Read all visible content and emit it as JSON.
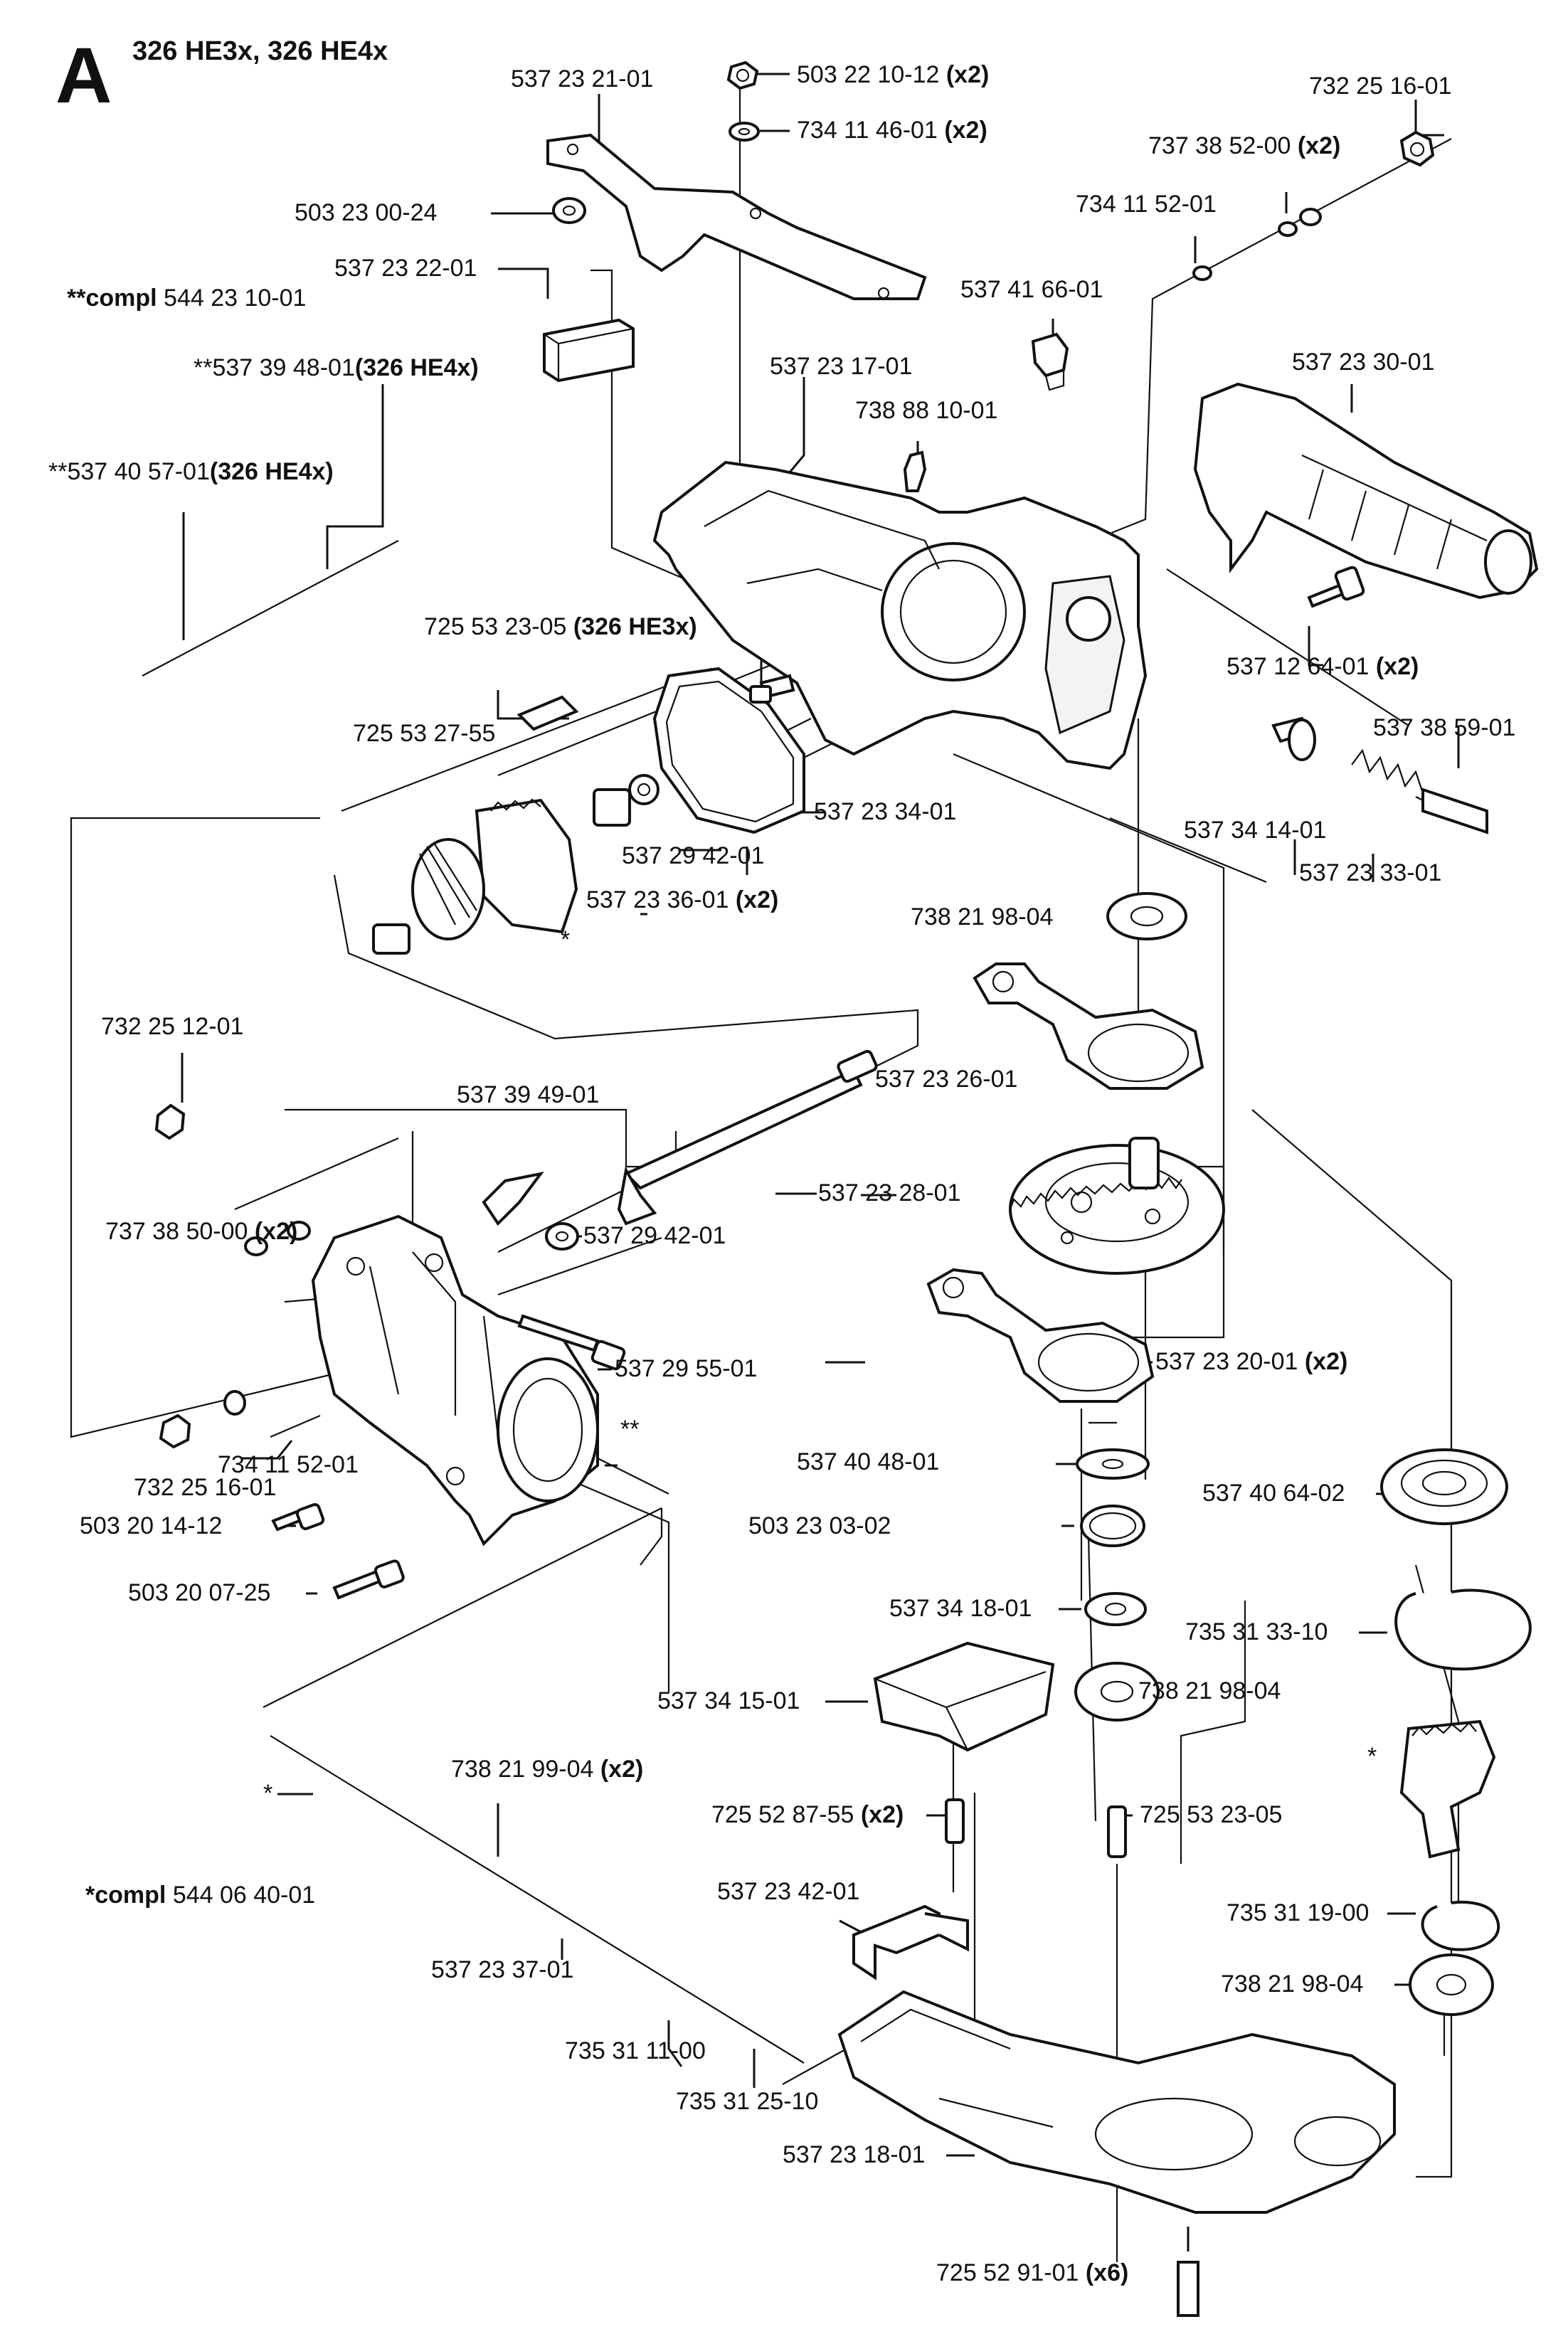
{
  "header": {
    "section_letter": "A",
    "models": "326 HE3x, 326 HE4x"
  },
  "labels": [
    {
      "id": "p-537232101",
      "number": "537 23 21-01",
      "qty": "",
      "suffix": "",
      "prefix": ""
    },
    {
      "id": "p-503221012",
      "number": "503 22 10-12",
      "qty": "(x2)",
      "suffix": "",
      "prefix": ""
    },
    {
      "id": "p-734114601",
      "number": "734 11 46-01",
      "qty": "(x2)",
      "suffix": "",
      "prefix": ""
    },
    {
      "id": "p-732251601a",
      "number": "732 25 16-01",
      "qty": "",
      "suffix": "",
      "prefix": ""
    },
    {
      "id": "p-737385200",
      "number": "737 38 52-00",
      "qty": "(x2)",
      "suffix": "",
      "prefix": ""
    },
    {
      "id": "p-503230024",
      "number": "503 23 00-24",
      "qty": "",
      "suffix": "",
      "prefix": ""
    },
    {
      "id": "p-734115201a",
      "number": "734 11 52-01",
      "qty": "",
      "suffix": "",
      "prefix": ""
    },
    {
      "id": "p-537232201",
      "number": "537 23 22-01",
      "qty": "",
      "suffix": "",
      "prefix": ""
    },
    {
      "id": "p-537416601",
      "number": "537 41 66-01",
      "qty": "",
      "suffix": "",
      "prefix": ""
    },
    {
      "id": "p-compl544231001",
      "number": "544 23 10-01",
      "qty": "",
      "suffix": "",
      "prefix": "**compl"
    },
    {
      "id": "p-537394801",
      "number": "**537 39 48-01",
      "qty": "",
      "suffix": "(326 HE4x)",
      "prefix": ""
    },
    {
      "id": "p-537231701",
      "number": "537 23 17-01",
      "qty": "",
      "suffix": "",
      "prefix": ""
    },
    {
      "id": "p-537233001",
      "number": "537 23 30-01",
      "qty": "",
      "suffix": "",
      "prefix": ""
    },
    {
      "id": "p-738881001",
      "number": "738 88 10-01",
      "qty": "",
      "suffix": "",
      "prefix": ""
    },
    {
      "id": "p-537405701",
      "number": "**537 40 57-01",
      "qty": "",
      "suffix": "(326 HE4x)",
      "prefix": ""
    },
    {
      "id": "p-725532305a",
      "number": "725 53 23-05",
      "qty": "",
      "suffix": "(326 HE3x)",
      "prefix": ""
    },
    {
      "id": "p-537126401",
      "number": "537 12 64-01",
      "qty": "(x2)",
      "suffix": "",
      "prefix": ""
    },
    {
      "id": "p-725532755",
      "number": "725 53 27-55",
      "qty": "",
      "suffix": "",
      "prefix": ""
    },
    {
      "id": "p-537385901",
      "number": "537 38 59-01",
      "qty": "",
      "suffix": "",
      "prefix": ""
    },
    {
      "id": "p-537233401",
      "number": "537 23 34-01",
      "qty": "",
      "suffix": "",
      "prefix": ""
    },
    {
      "id": "p-537341401",
      "number": "537 34 14-01",
      "qty": "",
      "suffix": "",
      "prefix": ""
    },
    {
      "id": "p-537294201a",
      "number": "537 29 42-01",
      "qty": "",
      "suffix": "",
      "prefix": ""
    },
    {
      "id": "p-537233301",
      "number": "537 23 33-01",
      "qty": "",
      "suffix": "",
      "prefix": ""
    },
    {
      "id": "p-537233601",
      "number": "537 23 36-01",
      "qty": "(x2)",
      "suffix": "",
      "prefix": ""
    },
    {
      "id": "p-738219804a",
      "number": "738 21 98-04",
      "qty": "",
      "suffix": "",
      "prefix": ""
    },
    {
      "id": "p-732251201",
      "number": "732 25 12-01",
      "qty": "",
      "suffix": "",
      "prefix": ""
    },
    {
      "id": "p-537232601",
      "number": "537 23 26-01",
      "qty": "",
      "suffix": "",
      "prefix": ""
    },
    {
      "id": "p-537394901",
      "number": "537 39 49-01",
      "qty": "",
      "suffix": "",
      "prefix": ""
    },
    {
      "id": "p-537232801",
      "number": "537 23 28-01",
      "qty": "",
      "suffix": "",
      "prefix": ""
    },
    {
      "id": "p-737385000",
      "number": "737 38 50-00",
      "qty": "(x2)",
      "suffix": "",
      "prefix": ""
    },
    {
      "id": "p-537294201b",
      "number": "537 29 42-01",
      "qty": "",
      "suffix": "",
      "prefix": ""
    },
    {
      "id": "p-537232001",
      "number": "537 23 20-01",
      "qty": "(x2)",
      "suffix": "",
      "prefix": ""
    },
    {
      "id": "p-537295501",
      "number": "537 29 55-01",
      "qty": "",
      "suffix": "",
      "prefix": ""
    },
    {
      "id": "p-star2",
      "number": "**",
      "qty": "",
      "suffix": "",
      "prefix": ""
    },
    {
      "id": "p-734115201b",
      "number": "734 11 52-01",
      "qty": "",
      "suffix": "",
      "prefix": ""
    },
    {
      "id": "p-732251601b",
      "number": "732 25 16-01",
      "qty": "",
      "suffix": "",
      "prefix": ""
    },
    {
      "id": "p-537404801",
      "number": "537 40 48-01",
      "qty": "",
      "suffix": "",
      "prefix": ""
    },
    {
      "id": "p-537406402",
      "number": "537 40 64-02",
      "qty": "",
      "suffix": "",
      "prefix": ""
    },
    {
      "id": "p-503201412",
      "number": "503 20 14-12",
      "qty": "",
      "suffix": "",
      "prefix": ""
    },
    {
      "id": "p-503230302",
      "number": "503 23 03-02",
      "qty": "",
      "suffix": "",
      "prefix": ""
    },
    {
      "id": "p-503200725",
      "number": "503 20 07-25",
      "qty": "",
      "suffix": "",
      "prefix": ""
    },
    {
      "id": "p-537341801",
      "number": "537 34 18-01",
      "qty": "",
      "suffix": "",
      "prefix": ""
    },
    {
      "id": "p-735313310",
      "number": "735 31 33-10",
      "qty": "",
      "suffix": "",
      "prefix": ""
    },
    {
      "id": "p-537341501",
      "number": "537 34 15-01",
      "qty": "",
      "suffix": "",
      "prefix": ""
    },
    {
      "id": "p-738219804b",
      "number": "738 21 98-04",
      "qty": "",
      "suffix": "",
      "prefix": ""
    },
    {
      "id": "p-star-pinion",
      "number": "*",
      "qty": "",
      "suffix": "",
      "prefix": ""
    },
    {
      "id": "p-star-gear",
      "number": "*",
      "qty": "",
      "suffix": "",
      "prefix": ""
    },
    {
      "id": "p-738219904",
      "number": "738 21 99-04",
      "qty": "(x2)",
      "suffix": "",
      "prefix": ""
    },
    {
      "id": "p-725528755",
      "number": "725 52 87-55",
      "qty": "(x2)",
      "suffix": "",
      "prefix": ""
    },
    {
      "id": "p-725532305b",
      "number": "725 53 23-05",
      "qty": "",
      "suffix": "",
      "prefix": ""
    },
    {
      "id": "p-compl544064001",
      "number": "544 06 40-01",
      "qty": "",
      "suffix": "",
      "prefix": "*compl"
    },
    {
      "id": "p-537234201",
      "number": "537 23 42-01",
      "qty": "",
      "suffix": "",
      "prefix": ""
    },
    {
      "id": "p-735311900",
      "number": "735 31 19-00",
      "qty": "",
      "suffix": "",
      "prefix": ""
    },
    {
      "id": "p-537233701",
      "number": "537 23 37-01",
      "qty": "",
      "suffix": "",
      "prefix": ""
    },
    {
      "id": "p-738219804c",
      "number": "738 21 98-04",
      "qty": "",
      "suffix": "",
      "prefix": ""
    },
    {
      "id": "p-735311100",
      "number": "735 31 11-00",
      "qty": "",
      "suffix": "",
      "prefix": ""
    },
    {
      "id": "p-735312510",
      "number": "735 31 25-10",
      "qty": "",
      "suffix": "",
      "prefix": ""
    },
    {
      "id": "p-537231801",
      "number": "537 23 18-01",
      "qty": "",
      "suffix": "",
      "prefix": ""
    },
    {
      "id": "p-725529101",
      "number": "725 52 91-01",
      "qty": "(x6)",
      "suffix": "",
      "prefix": ""
    },
    {
      "id": "p-star-bevel",
      "number": "*",
      "qty": "",
      "suffix": "",
      "prefix": ""
    }
  ],
  "colors": {
    "line": "#111111",
    "background": "#ffffff"
  }
}
